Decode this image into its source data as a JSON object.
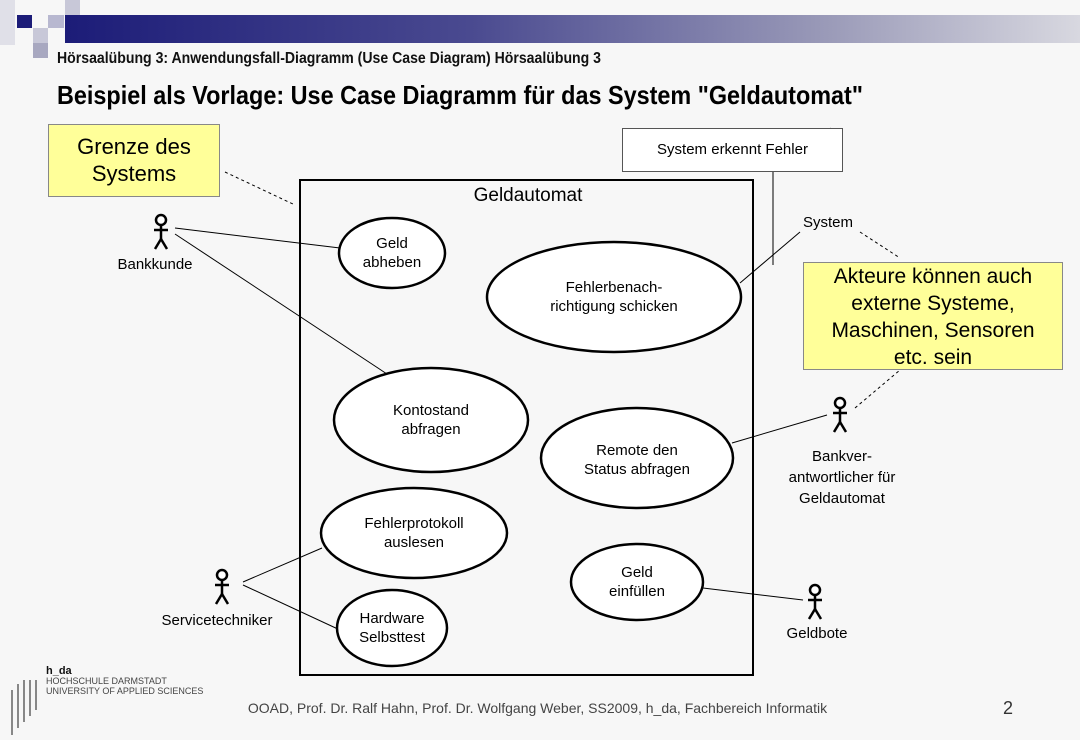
{
  "header": {
    "subtitle": "Hörsaalübung 3: Anwendungsfall-Diagramm (Use Case Diagram) Hörsaalübung 3",
    "title": "Beispiel als Vorlage: Use Case Diagramm für das System \"Geldautomat\""
  },
  "callouts": {
    "boundary": "Grenze des Systems",
    "actors": "Akteure können auch externe Systeme, Maschinen, Sensoren etc.  sein"
  },
  "note": "System erkennt Fehler",
  "system": {
    "name": "Geldautomat",
    "label_system": "System"
  },
  "actors": {
    "bankkunde": "Bankkunde",
    "bankverantwortlicher": "Bankver-\nantwortlicher für\nGeldautomat",
    "servicetechniker": "Servicetechniker",
    "geldbote": "Geldbote"
  },
  "use_cases": {
    "geld_abheben": "Geld\nabheben",
    "fehlerbenachrichtigung": "Fehlerbenach-\nrichtigung  schicken",
    "kontostand": "Kontostand\nabfragen",
    "remote": "Remote den\nStatus abfragen",
    "fehlerprotokoll": "Fehlerprotokoll\nauslesen",
    "hardware": "Hardware\nSelbsttest",
    "geld_einfuellen": "Geld\neinfüllen"
  },
  "footer": {
    "text": "OOAD, Prof. Dr. Ralf Hahn, Prof. Dr. Wolfgang Weber, SS2009, h_da, Fachbereich Informatik",
    "page": "2",
    "logo": "h_da HOCHSCHULE DARMSTADT UNIVERSITY OF APPLIED SCIENCES"
  }
}
